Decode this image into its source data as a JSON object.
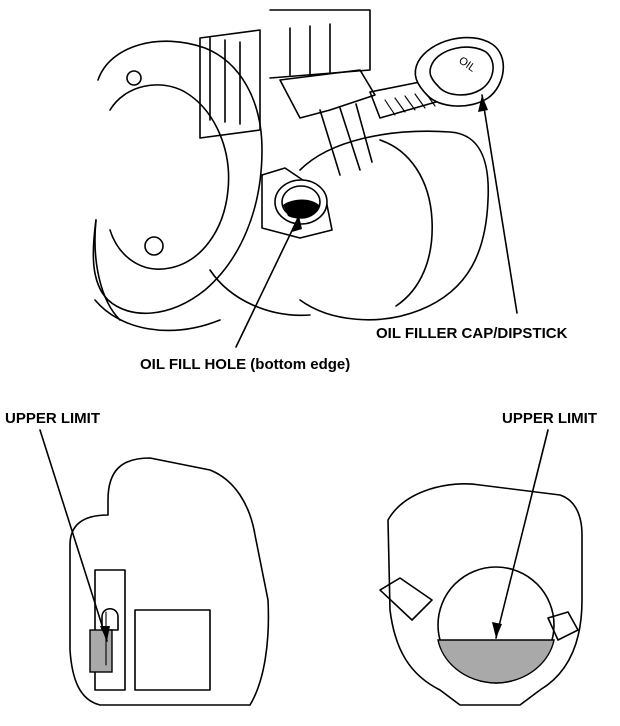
{
  "labels": {
    "filler_cap": "OIL FILLER CAP/DIPSTICK",
    "fill_hole": "OIL FILL HOLE (bottom edge)",
    "upper_limit_left": "UPPER LIMIT",
    "upper_limit_right": "UPPER LIMIT",
    "cap_marking": "OIL"
  },
  "colors": {
    "line": "#000000",
    "oil_fill": "#a9a9a9",
    "background": "#ffffff"
  }
}
